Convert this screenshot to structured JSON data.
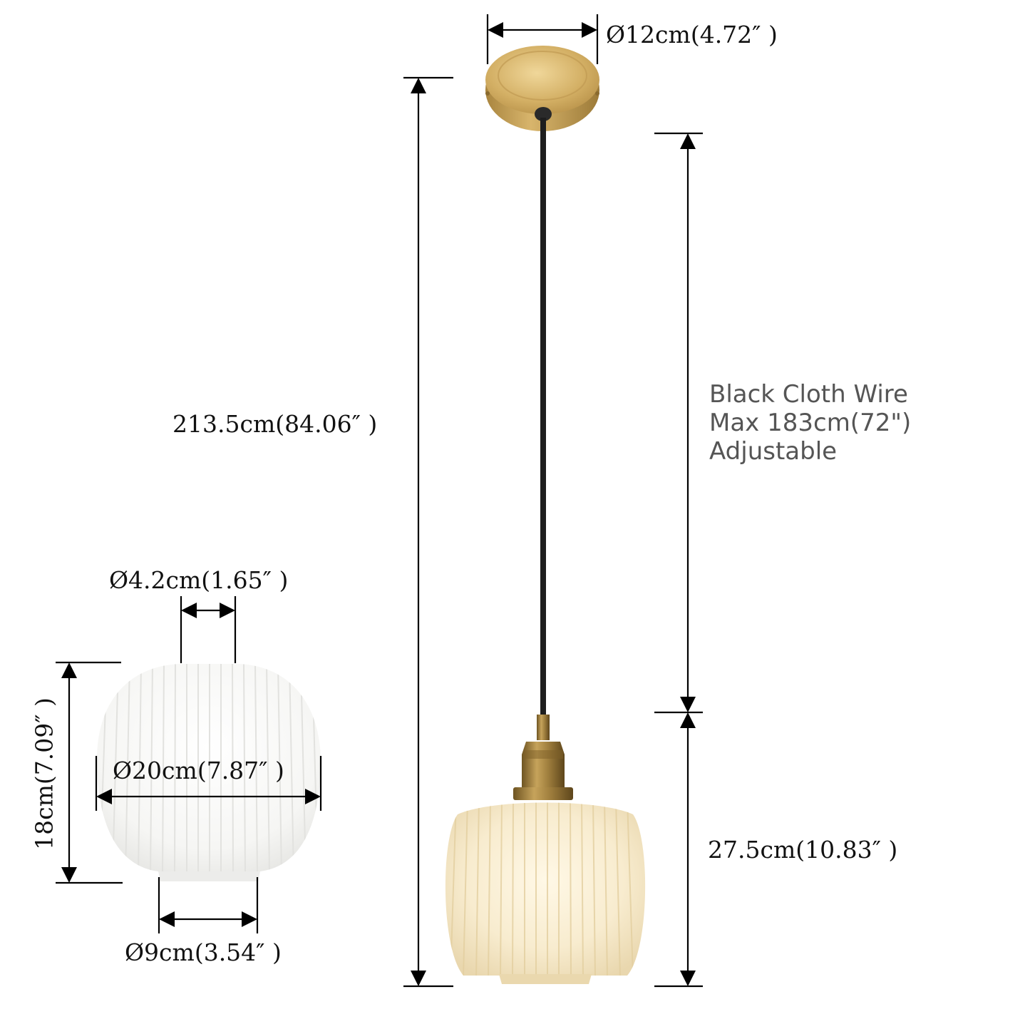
{
  "dimensions": {
    "canopy_diameter": "Ø12cm(4.72″ )",
    "total_height": "213.5cm(84.06″ )",
    "lamp_height": "27.5cm(10.83″ )",
    "shade_top_opening": "Ø4.2cm(1.65″ )",
    "shade_width": "Ø20cm(7.87″ )",
    "shade_height": "18cm(7.09″ )",
    "shade_bottom_opening": "Ø9cm(3.54″ )"
  },
  "wire_note": {
    "line1": "Black Cloth Wire",
    "line2": "Max 183cm(72\")",
    "line3": "Adjustable"
  },
  "colors": {
    "brass": "#c9a45c",
    "cable": "#1e1e1e",
    "glass": "#f3f1ea",
    "dimension_line": "#000000"
  }
}
